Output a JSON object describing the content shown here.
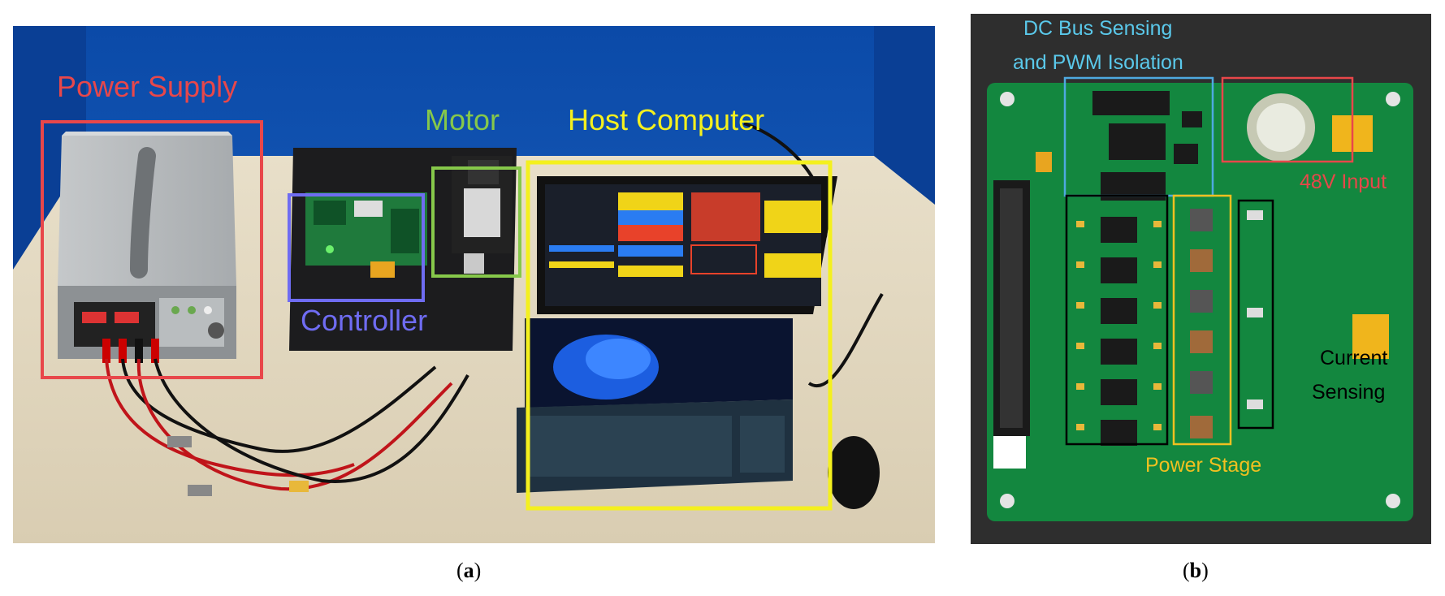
{
  "panel_a": {
    "labels": {
      "power_supply": "Power Supply",
      "controller": "Controller",
      "motor": "Motor",
      "host_computer": "Host Computer"
    },
    "colors": {
      "power_supply": "#e8474a",
      "controller": "#6f6cf2",
      "motor": "#86c84a",
      "host_computer": "#f4f01e"
    },
    "caption": {
      "open": "(",
      "letter": "a",
      "close": ")"
    }
  },
  "panel_b": {
    "labels": {
      "dc_bus_line1": "DC Bus Sensing",
      "dc_bus_line2": "and PWM Isolation",
      "input_48v": "48V Input",
      "current_line1": "Current",
      "current_line2": "Sensing",
      "power_stage": "Power Stage"
    },
    "colors": {
      "dc_bus": "#5ac8ea",
      "input_48v": "#e8474a",
      "current": "#000000",
      "power_stage": "#f0c020"
    },
    "caption": {
      "open": "(",
      "letter": "b",
      "close": ")"
    }
  }
}
